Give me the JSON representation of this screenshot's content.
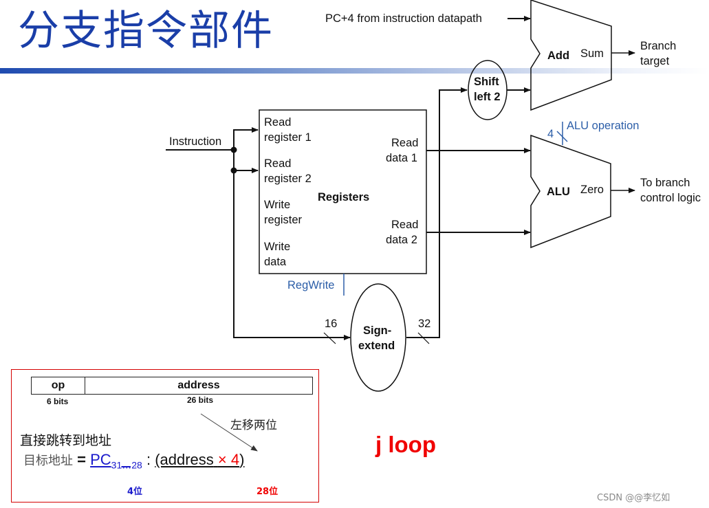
{
  "slide": {
    "title": "分支指令部件",
    "accent_color": "#1a3ea8"
  },
  "diagram": {
    "pc_input": "PC+4 from instruction datapath",
    "adder": {
      "label": "Add",
      "output": "Sum"
    },
    "branch_target": [
      "Branch",
      "target"
    ],
    "shift": [
      "Shift",
      "left 2"
    ],
    "instruction": "Instruction",
    "registers": {
      "name": "Registers",
      "inputs": [
        [
          "Read",
          "register 1"
        ],
        [
          "Read",
          "register 2"
        ],
        [
          "Write",
          "register"
        ],
        [
          "Write",
          "data"
        ]
      ],
      "outputs": [
        [
          "Read",
          "data 1"
        ],
        [
          "Read",
          "data 2"
        ]
      ],
      "control": "RegWrite"
    },
    "alu": {
      "label": "ALU",
      "output": "Zero",
      "control": "ALU operation",
      "control_width": "4"
    },
    "alu_dest": [
      "To branch",
      "control logic"
    ],
    "sign_extend": [
      "Sign-",
      "extend"
    ],
    "width_in": "16",
    "width_out": "32",
    "control_color": "#2c5ea8"
  },
  "jump_box": {
    "format": {
      "fields": [
        {
          "name": "op",
          "bits": "6 bits"
        },
        {
          "name": "address",
          "bits": "26 bits"
        }
      ]
    },
    "shift_note": "左移两位",
    "heading": "直接跳转到地址",
    "formula": {
      "lhs": "目标地址",
      "eq": "=",
      "pc": "PC",
      "pc_sub": "31…28",
      "colon": ":",
      "addr_open": "(address",
      "times": "× 4",
      "addr_close": ")"
    },
    "pc_bits": "4位",
    "addr_bits": "28位",
    "border_color": "#d40000"
  },
  "instruction_example": "j loop",
  "watermark": "CSDN @@李忆如"
}
